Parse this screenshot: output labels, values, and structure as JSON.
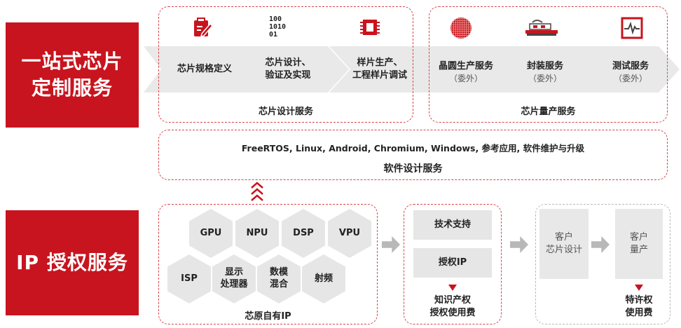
{
  "left_blocks": {
    "chip_service": "一站式芯片\n定制服务",
    "ip_service": "IP 授权服务"
  },
  "design_flow": {
    "steps": [
      {
        "icon": "clipboard-pencil-icon",
        "label": "芯片规格定义"
      },
      {
        "icon": "binary-code-icon",
        "icon_text": "100\n1010\n01",
        "label": "芯片设计、\n验证及实现"
      },
      {
        "icon": "microchip-icon",
        "label": "样片生产、\n工程样片调试"
      }
    ],
    "caption": "芯片设计服务"
  },
  "production_flow": {
    "steps": [
      {
        "icon": "wafer-icon",
        "label": "晶圆生产服务",
        "note": "（委外）"
      },
      {
        "icon": "packaging-machine-icon",
        "label": "封装服务",
        "note": "（委外）"
      },
      {
        "icon": "oscilloscope-icon",
        "label": "测试服务",
        "note": "（委外）"
      }
    ],
    "caption": "芯片量产服务"
  },
  "software": {
    "items": "FreeRTOS, Linux, Android, Chromium, Windows, 参考应用, 软件维护与升级",
    "caption": "软件设计服务"
  },
  "ip_core": {
    "hexagons_row1": [
      "GPU",
      "NPU",
      "DSP",
      "VPU"
    ],
    "hexagons_row2": [
      "ISP",
      "显示\n处理器",
      "数模\n混合",
      "射频"
    ],
    "caption": "芯原自有IP"
  },
  "licensing": {
    "boxes": [
      "技术支持",
      "授权IP"
    ],
    "result": "知识产权\n授权使用费"
  },
  "customer": {
    "boxes": [
      "客户\n芯片设计",
      "客户\n量产"
    ],
    "result": "特许权\n使用费"
  },
  "colors": {
    "brand_red": "#c8141e",
    "dash_red": "#d9434b",
    "gray": "#e6e6e6"
  }
}
